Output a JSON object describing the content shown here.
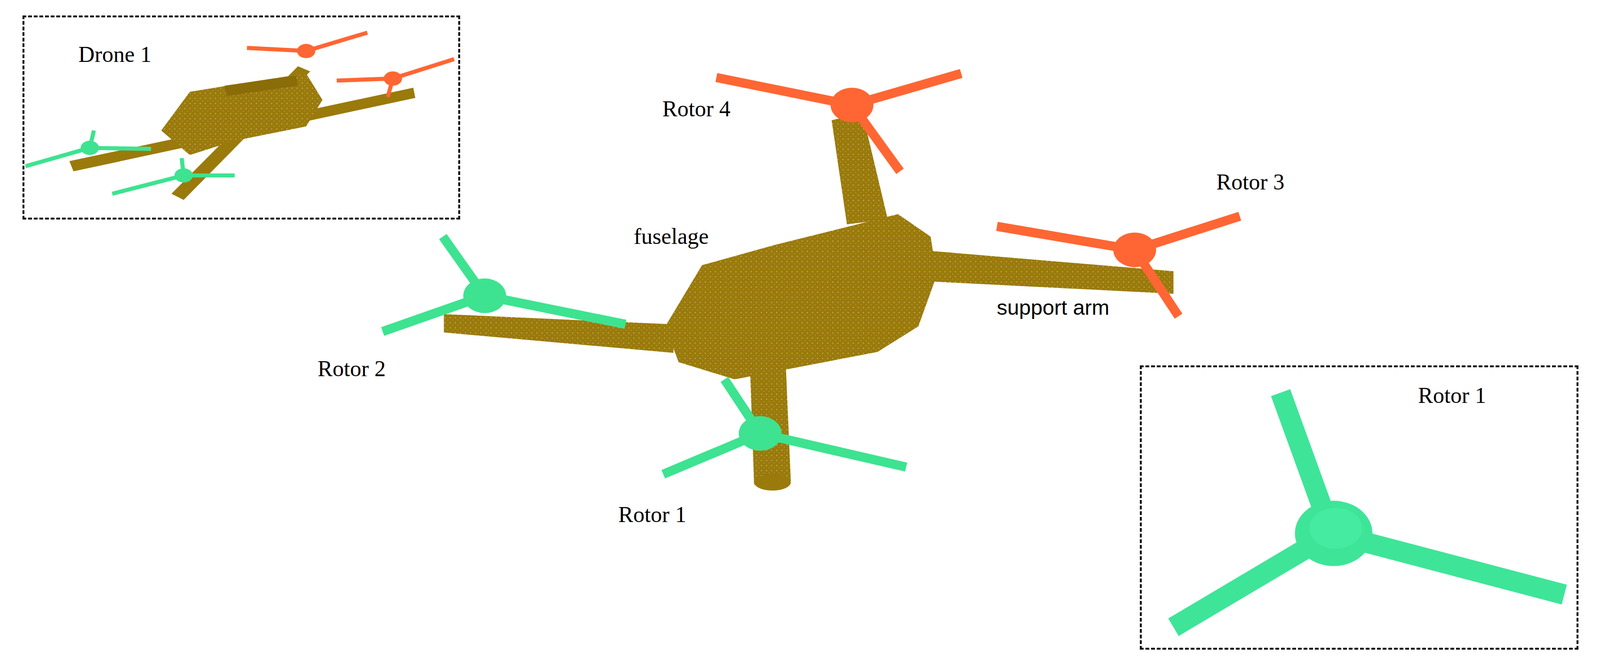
{
  "diagram": {
    "nodes": [
      {
        "text": [
          "Drone 1"
        ]
      },
      {
        "text": [
          "Rotor 1"
        ]
      }
    ],
    "labels": [
      "Rotor 4",
      "Rotor 3",
      "fuselage",
      "support arm",
      "Rotor 2",
      "Rotor 1"
    ]
  }
}
